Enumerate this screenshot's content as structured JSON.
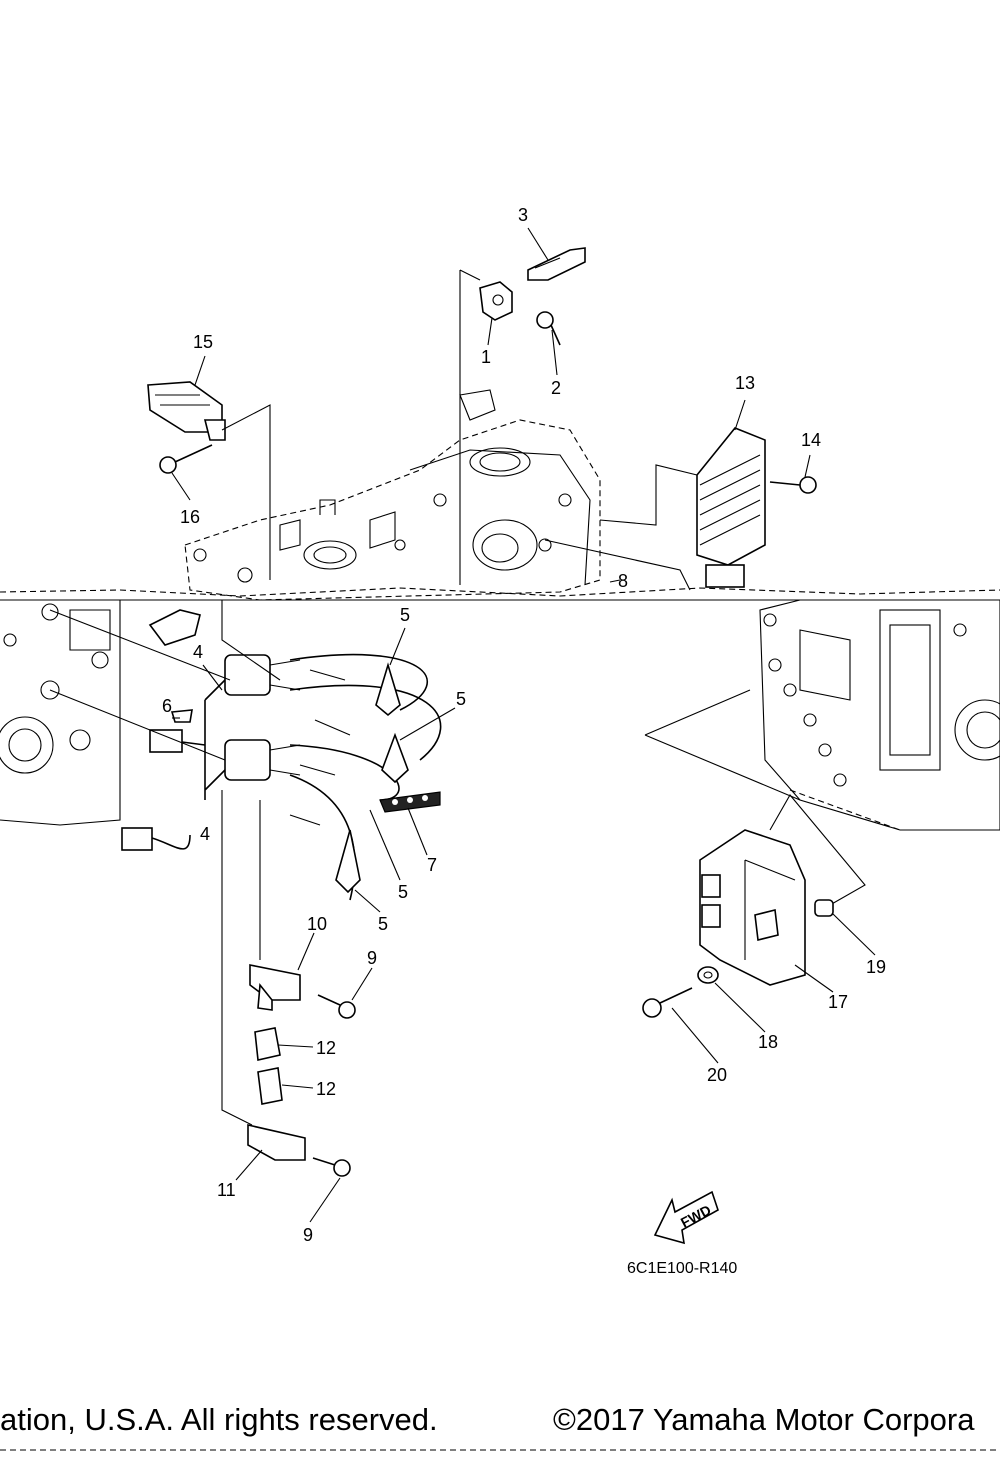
{
  "diagram": {
    "drawing_code": "6C1E100-R140",
    "fwd_label": "FWD",
    "callouts": [
      {
        "id": "c1",
        "text": "1"
      },
      {
        "id": "c2",
        "text": "2"
      },
      {
        "id": "c3",
        "text": "3"
      },
      {
        "id": "c4a",
        "text": "4"
      },
      {
        "id": "c4b",
        "text": "4"
      },
      {
        "id": "c5a",
        "text": "5"
      },
      {
        "id": "c5b",
        "text": "5"
      },
      {
        "id": "c5c",
        "text": "5"
      },
      {
        "id": "c5d",
        "text": "5"
      },
      {
        "id": "c6",
        "text": "6"
      },
      {
        "id": "c7",
        "text": "7"
      },
      {
        "id": "c8",
        "text": "8"
      },
      {
        "id": "c9a",
        "text": "9"
      },
      {
        "id": "c9b",
        "text": "9"
      },
      {
        "id": "c10",
        "text": "10"
      },
      {
        "id": "c11",
        "text": "11"
      },
      {
        "id": "c12a",
        "text": "12"
      },
      {
        "id": "c12b",
        "text": "12"
      },
      {
        "id": "c13",
        "text": "13"
      },
      {
        "id": "c14",
        "text": "14"
      },
      {
        "id": "c15",
        "text": "15"
      },
      {
        "id": "c16",
        "text": "16"
      },
      {
        "id": "c17",
        "text": "17"
      },
      {
        "id": "c18",
        "text": "18"
      },
      {
        "id": "c19",
        "text": "19"
      },
      {
        "id": "c20",
        "text": "20"
      }
    ]
  },
  "footer": {
    "left_text": "ation, U.S.A. All rights reserved.",
    "right_text": "©2017 Yamaha Motor Corpora"
  }
}
